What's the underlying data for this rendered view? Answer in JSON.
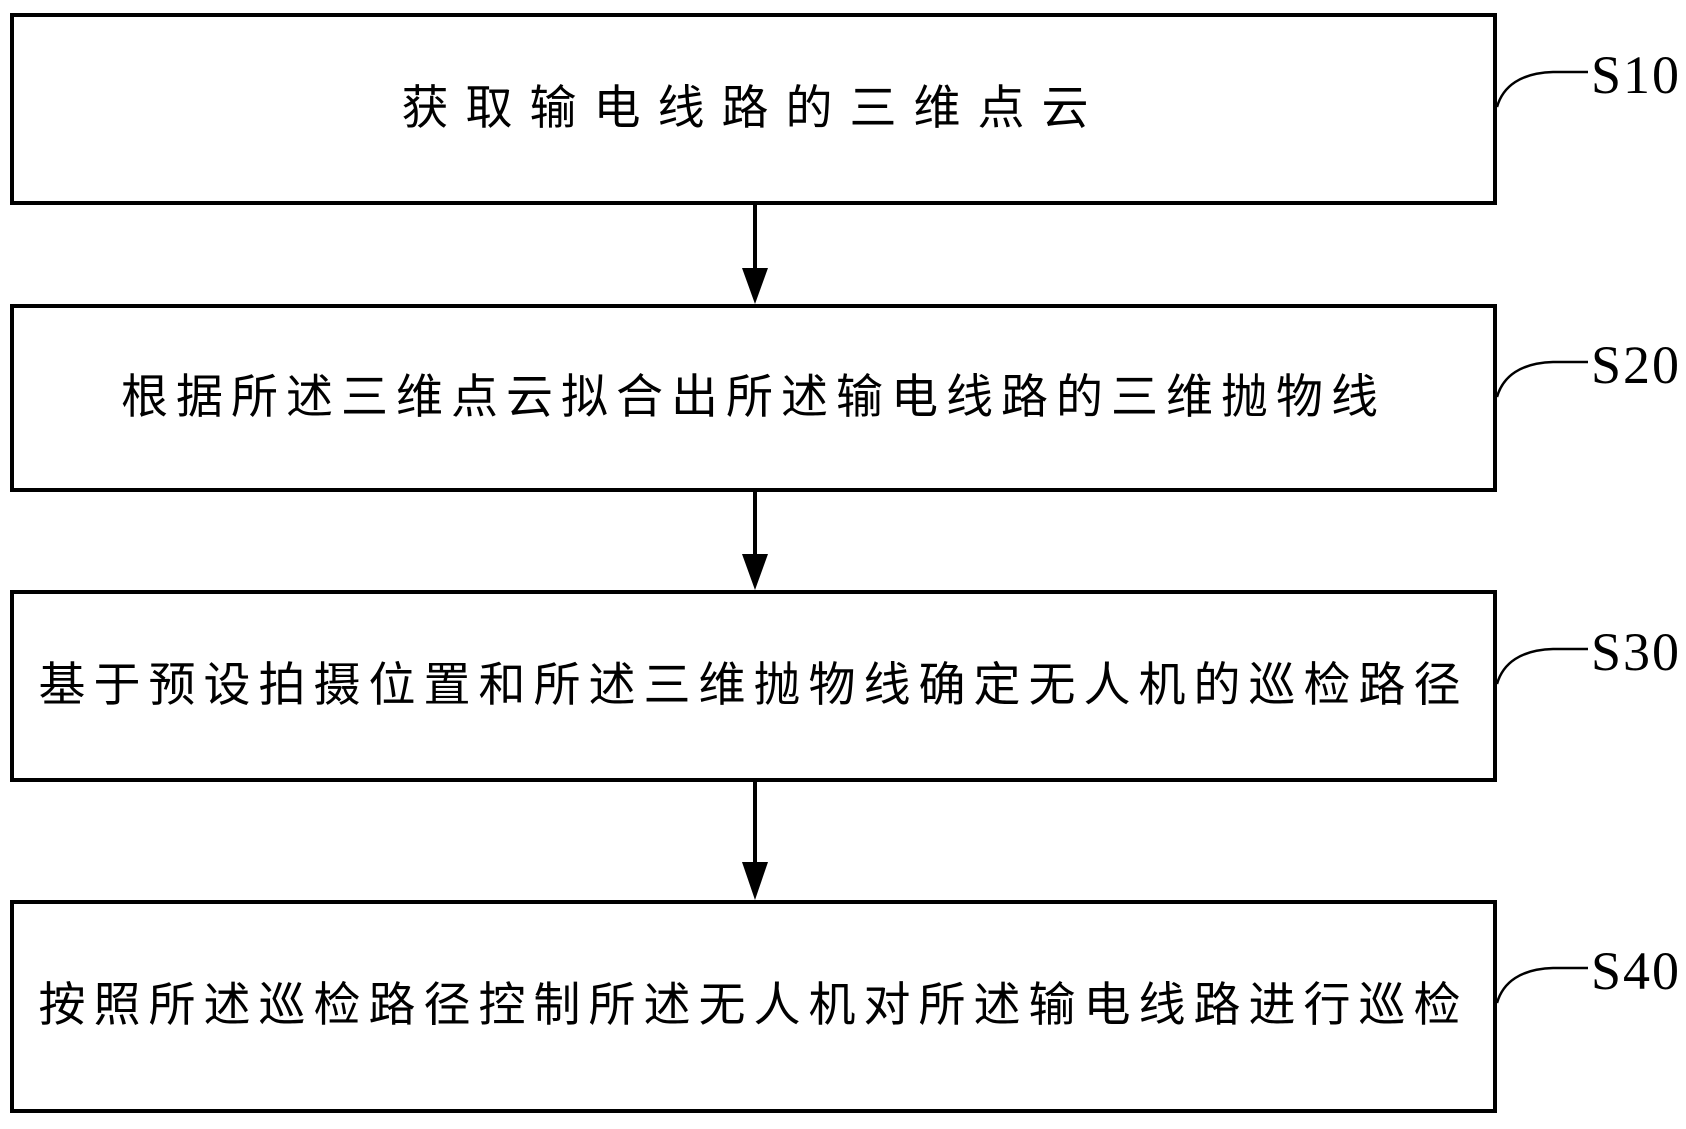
{
  "flowchart": {
    "kind": "patent-method-flowchart",
    "language": "zh-CN",
    "steps": [
      {
        "label": "S10",
        "text": "获取输电线路的三维点云"
      },
      {
        "label": "S20",
        "text": "根据所述三维点云拟合出所述输电线路的三维抛物线"
      },
      {
        "label": "S30",
        "text": "基于预设拍摄位置和所述三维抛物线确定无人机的巡检路径"
      },
      {
        "label": "S40",
        "text": "按照所述巡检路径控制所述无人机对所述输电线路进行巡检"
      }
    ],
    "flow_direction": "top-to-bottom",
    "connector_icon": "arrow-down-icon",
    "leader_icon": "curved-leader-line",
    "colors": {
      "line": "#000000",
      "text": "#000000",
      "background": "#ffffff"
    }
  }
}
